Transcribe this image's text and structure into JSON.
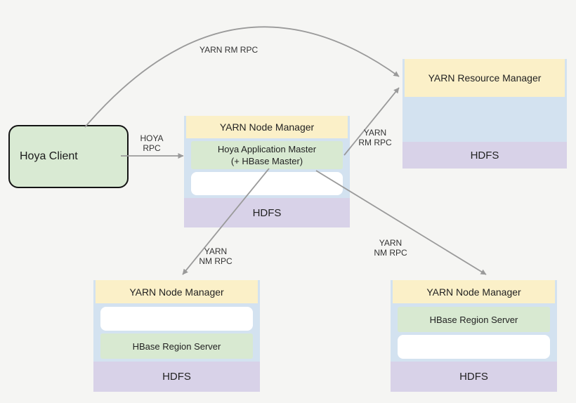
{
  "palette": {
    "background": "#f5f5f3",
    "header_yellow": "#fbf0c8",
    "container_blue": "#d3e2f0",
    "component_green": "#d8e9d1",
    "hdfs_purple": "#d8d2e8",
    "client_green": "#d9ead3",
    "arrow_gray": "#9a9a9a",
    "text": "#222222"
  },
  "nodes": {
    "hoya_client": {
      "label": "Hoya Client"
    },
    "am_node": {
      "header": "YARN Node Manager",
      "app_master_line1": "Hoya Application Master",
      "app_master_line2": "(+ HBase Master)",
      "hdfs": "HDFS"
    },
    "resource_manager": {
      "header": "YARN Resource Manager",
      "hdfs": "HDFS"
    },
    "worker_left": {
      "header": "YARN Node Manager",
      "region_server": "HBase Region Server",
      "hdfs": "HDFS"
    },
    "worker_right": {
      "header": "YARN Node Manager",
      "region_server": "HBase Region Server",
      "hdfs": "HDFS"
    }
  },
  "edges": {
    "client_to_rm": {
      "label": "YARN RM RPC"
    },
    "client_to_am": {
      "line1": "HOYA",
      "line2": "RPC"
    },
    "am_to_rm": {
      "line1": "YARN",
      "line2": "RM RPC"
    },
    "am_to_worker_left": {
      "line1": "YARN",
      "line2": "NM RPC"
    },
    "am_to_worker_right": {
      "line1": "YARN",
      "line2": "NM RPC"
    }
  }
}
